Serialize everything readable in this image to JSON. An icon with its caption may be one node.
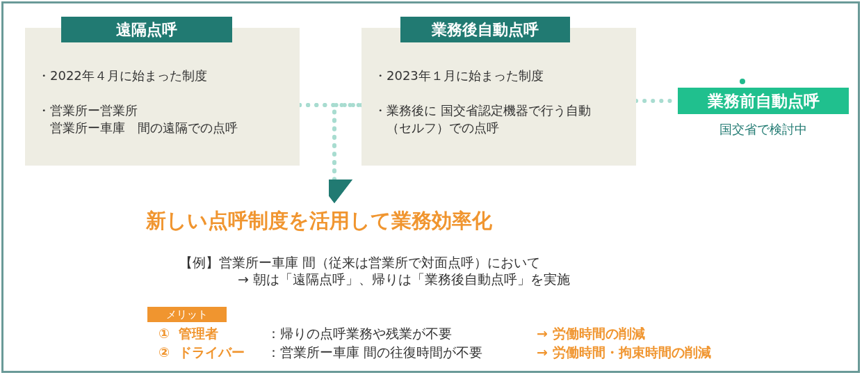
{
  "diagram": {
    "nodes": [
      {
        "text": [
          "遠隔点呼"
        ]
      },
      {
        "text": [
          "・2022年４月に始まった制度",
          "・営業所ー営業所",
          "営業所ー車庫　間の遠隔での点呼"
        ]
      },
      {
        "text": [
          "業務後自動点呼"
        ]
      },
      {
        "text": [
          "・2023年１月に始まった制度",
          "・業務後に 国交省認定機器で行う自動（セルフ）での点呼"
        ]
      },
      {
        "text": [
          "業務前自動点呼"
        ],
        "beside": [
          "国交省で検討中"
        ]
      },
      {
        "text": [
          "新しい点呼制度を活用して業務効率化"
        ]
      },
      {
        "text": [
          "メリット"
        ]
      }
    ],
    "edges": [
      {
        "from": 1,
        "to": 3,
        "arrow": "none",
        "style": "dashed"
      },
      {
        "from": 1,
        "to": 5,
        "arrow": "to",
        "style": "dashed"
      },
      {
        "from": 3,
        "to": 5,
        "arrow": "to",
        "style": "dashed"
      },
      {
        "from": 3,
        "to": 4,
        "arrow": "none",
        "style": "dashed"
      }
    ],
    "labels": [
      "【例】営業所ー車庫 間（従来は営業所で対面点呼）において",
      "→ 朝は「遠隔点呼」、帰りは「業務後自動点呼」を実施",
      "①  管理者",
      "：帰りの点呼業務や残業が不要",
      "→ 労働時間の削減",
      "②  ドライバー",
      "：営業所ー車庫 間の往復時間が不要",
      "→ 労働時間・拘束時間の削減"
    ]
  }
}
